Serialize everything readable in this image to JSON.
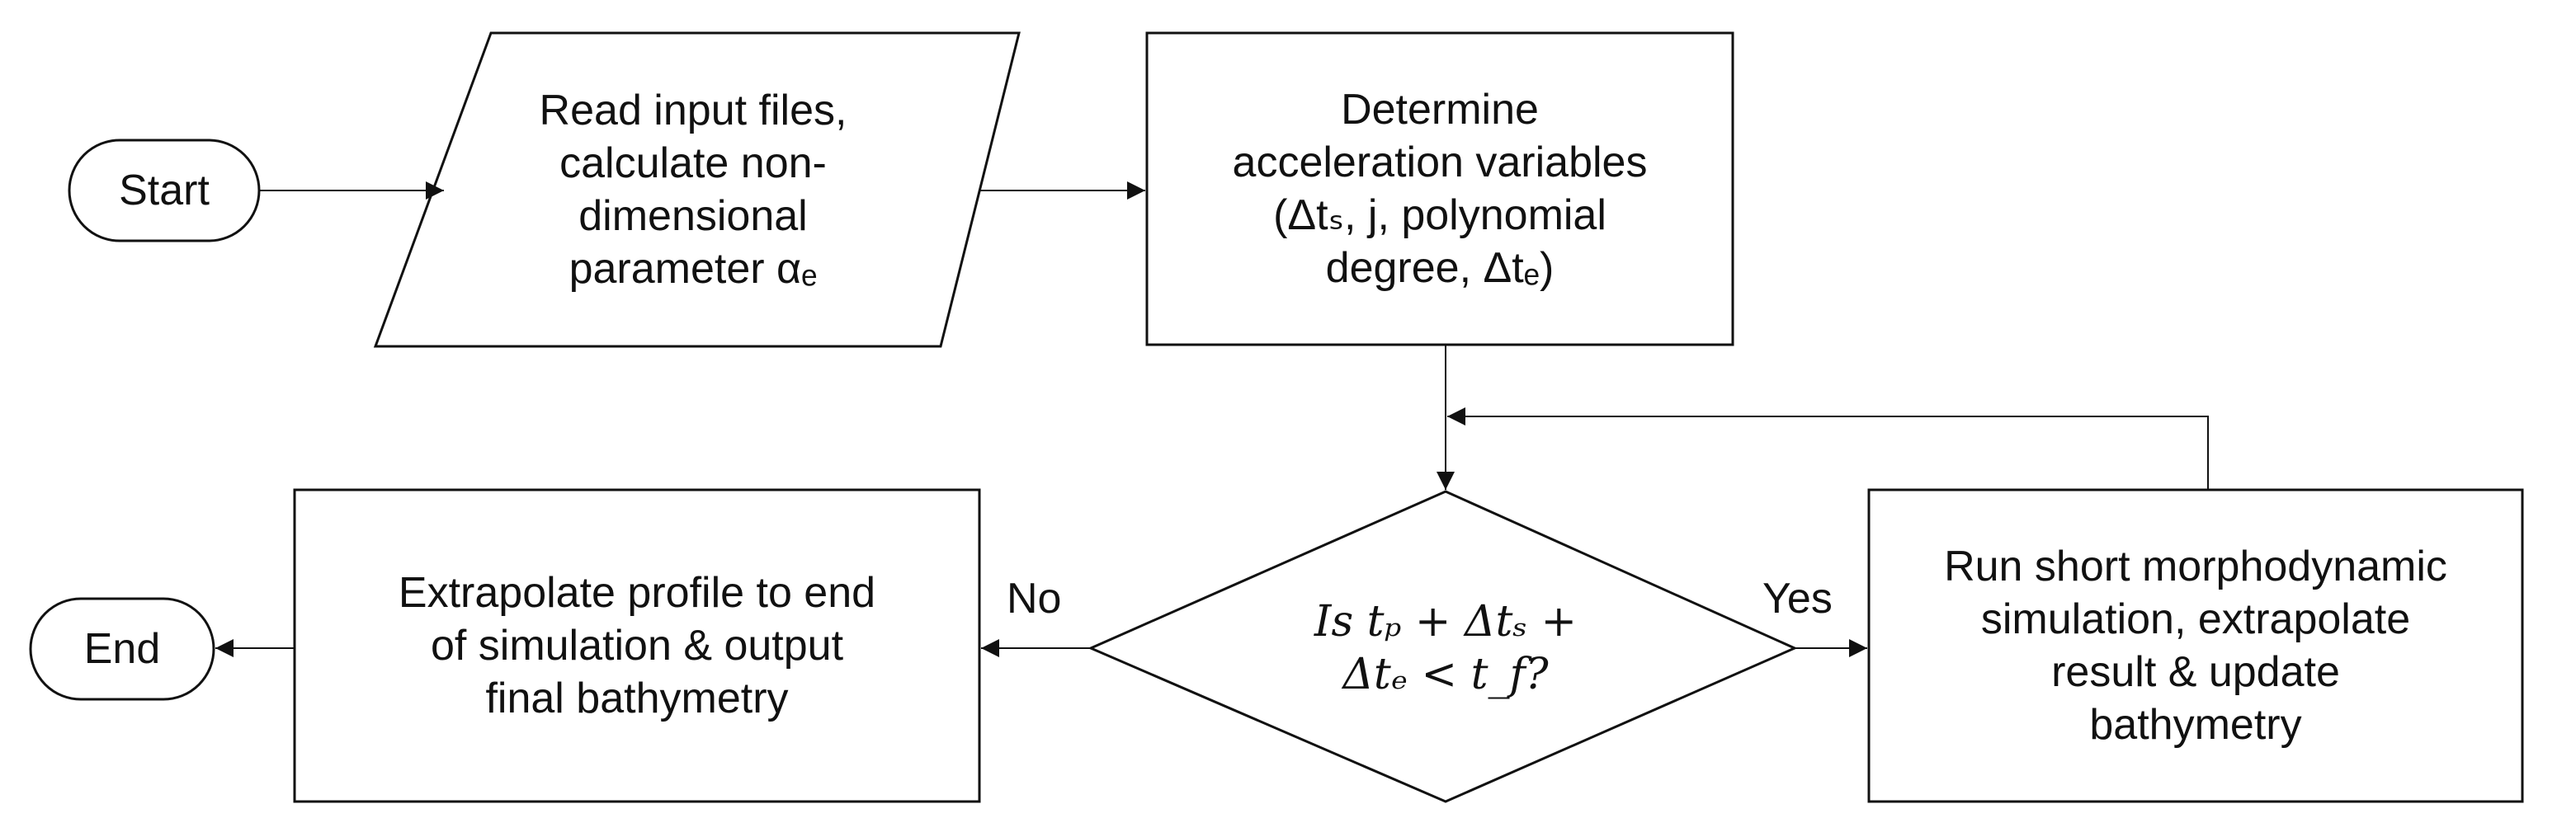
{
  "nodes": {
    "start": {
      "text": "Start"
    },
    "read_input": {
      "lines": [
        "Read input files,",
        "calculate non-",
        "dimensional",
        "parameter αₑ"
      ]
    },
    "determine": {
      "lines": [
        "Determine",
        "acceleration variables",
        "(Δtₛ, j, polynomial",
        "degree, Δtₑ)"
      ]
    },
    "decision": {
      "lines": [
        "Is tₚ + Δtₛ +",
        "Δtₑ < t_f?"
      ]
    },
    "run_short": {
      "lines": [
        "Run short morphodynamic",
        "simulation, extrapolate",
        "result & update",
        "bathymetry"
      ]
    },
    "extrapolate": {
      "lines": [
        "Extrapolate profile to end",
        "of simulation & output",
        "final bathymetry"
      ]
    },
    "end": {
      "text": "End"
    }
  },
  "edges": {
    "yes_label": "Yes",
    "no_label": "No"
  }
}
